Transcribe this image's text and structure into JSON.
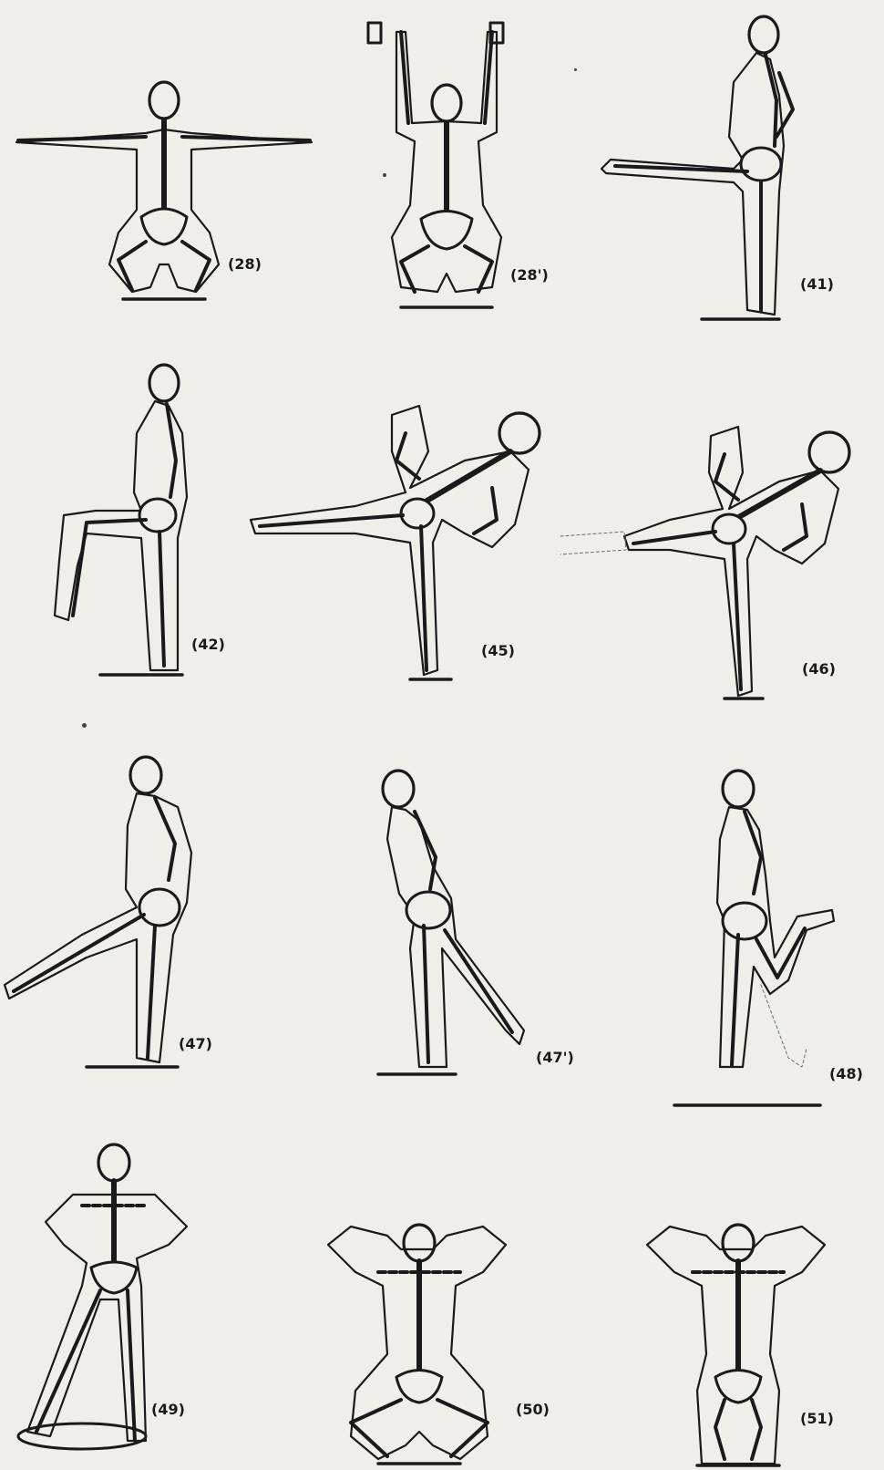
{
  "figures": [
    {
      "id": "28",
      "label": "(28)"
    },
    {
      "id": "28b",
      "label": "(28')"
    },
    {
      "id": "41",
      "label": "(41)"
    },
    {
      "id": "42",
      "label": "(42)"
    },
    {
      "id": "45",
      "label": "(45)"
    },
    {
      "id": "46",
      "label": "(46)"
    },
    {
      "id": "47",
      "label": "(47)"
    },
    {
      "id": "47b",
      "label": "(47')"
    },
    {
      "id": "48",
      "label": "(48)"
    },
    {
      "id": "49",
      "label": "(49)"
    },
    {
      "id": "50",
      "label": "(50)"
    },
    {
      "id": "51",
      "label": "(51)"
    }
  ]
}
